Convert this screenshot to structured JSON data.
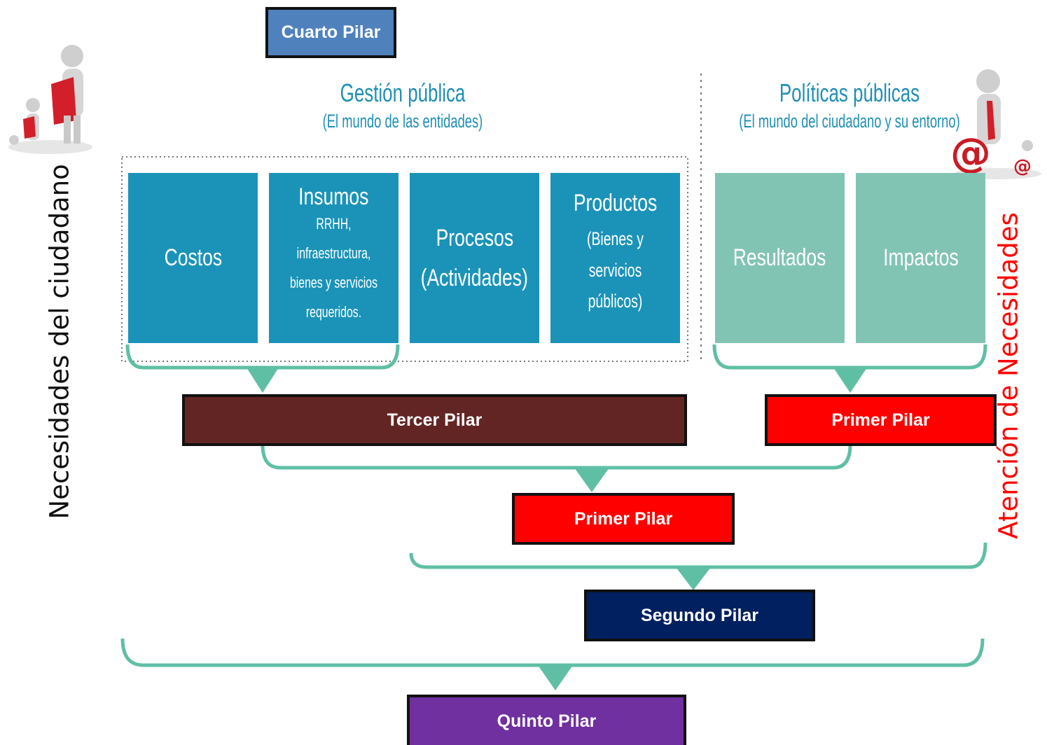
{
  "left_side_label": "Necesidades del ciudadano",
  "right_side_label": "Atención de Necesidades",
  "gestion": {
    "title": "Gestión pública",
    "subtitle": "(El mundo de las entidades)"
  },
  "politicas": {
    "title": "Políticas públicas",
    "subtitle": "(El mundo del ciudadano y su entorno)"
  },
  "boxes": [
    {
      "title": "Costos",
      "subtitle": ""
    },
    {
      "title": "Insumos",
      "subtitle_lines": [
        "RRHH, infraestructura,",
        "bienes y servicios",
        "requeridos."
      ]
    },
    {
      "title": "Procesos",
      "subtitle": "(Actividades)"
    },
    {
      "title": "Productos",
      "subtitle_lines": [
        "(Bienes y servicios",
        "públicos)"
      ]
    },
    {
      "title": "Resultados"
    },
    {
      "title": "Impactos"
    }
  ],
  "pillars": {
    "cuarto": "Cuarto Pilar",
    "tercer": "Tercer Pilar",
    "primer_right": "Primer Pilar",
    "primer_center": "Primer Pilar",
    "segundo": "Segundo Pilar",
    "quinto": "Quinto Pilar"
  },
  "colors": {
    "cuarto": "#4f81bd",
    "tercer": "#632523",
    "primer": "#ff0000",
    "segundo": "#002060",
    "quinto": "#7030a0",
    "blue_box": "#1b93b8",
    "green_box": "#82c4b4",
    "bracket": "#5fbfa5",
    "header_text": "#1f8fb5"
  }
}
